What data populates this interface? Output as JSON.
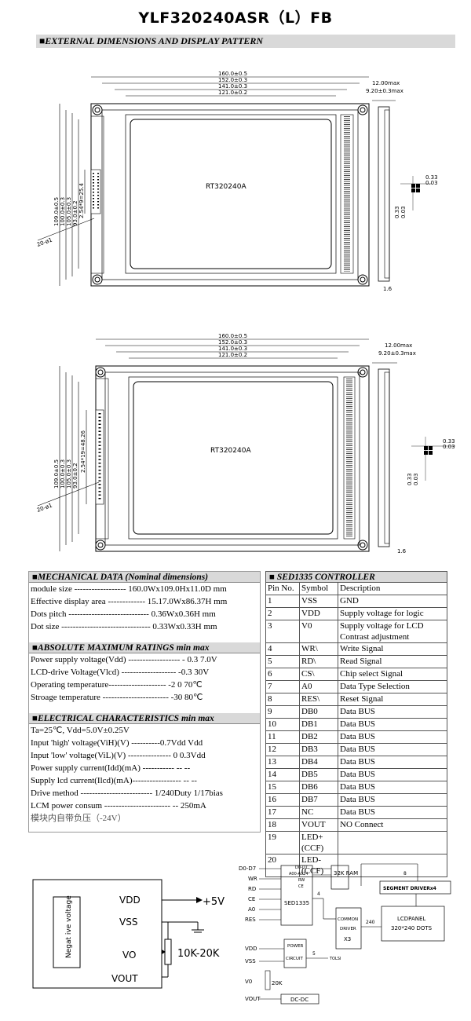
{
  "title": "YLF320240ASR（L）FB",
  "section_title": "■EXTERNAL  DIMENSIONS AND DISPLAY PATTERN",
  "drawing1": {
    "dims_top": [
      "160.0±0.5",
      "152.0±0.3",
      "141.0±0.3",
      "121.0±0.2"
    ],
    "dims_side": [
      "109.0±0.5",
      "100.0±0.3",
      "105.0±0.3",
      "93.0±0.2"
    ],
    "pin_pitch": "2.54*9=25.4",
    "hole": "20-ø1",
    "center_label": "RT320240A",
    "depth_max": "12.00max",
    "depth_panel": "9.20±0.3max",
    "edge": "1.6",
    "dot_w": "0.33",
    "dot_gap": "0.03",
    "dot_h": "0.33",
    "dot_gap2": "0.03"
  },
  "drawing2": {
    "dims_top": [
      "160.0±0.5",
      "152.0±0.3",
      "141.0±0.3",
      "121.0±0.2"
    ],
    "dims_side": [
      "109.0±0.5",
      "100.0±0.3",
      "105.0±0.3",
      "93.0±0.2"
    ],
    "pin_pitch": "2.54*19=48.26",
    "hole": "20-ø1",
    "center_label": "RT320240A",
    "depth_max": "12.00max",
    "depth_panel": "9.20±0.3max",
    "edge": "1.6",
    "dot_w": "0.33",
    "dot_gap": "0.03",
    "dot_h": "0.33",
    "dot_gap2": "0.03"
  },
  "mechanical": {
    "header": "■MECHANICAL DATA (Nominal dimensions)",
    "rows": [
      "module size ------------------ 160.0Wx109.0Hx11.0D  mm",
      "Effective display area ------------- 15.17.0Wx86.37H mm",
      "Dots pitch ---------------------------- 0.36Wx0.36H  mm",
      "Dot size ------------------------------- 0.33Wx0.33H  mm"
    ]
  },
  "absolute": {
    "header": "■ABSOLUTE MAXIMUM RATINGS   min    max",
    "rows": [
      "Power supply voltage(Vdd) ------------------  - 0.3       7.0V",
      "LCD-drive Voltage(Vlcd) -------------------   -0.3        30V",
      "Operating  temperature--------------------   -2 0      70℃",
      "Stroage  temperature -----------------------   -30      80℃"
    ]
  },
  "electrical": {
    "header": "■ELECTRICAL CHARACTERISTICS  min   max",
    "rows": [
      "Ta=25℃, Vdd=5.0V±0.25V",
      "Input  'high'   voltage(ViH)(V) ----------0.7Vdd   Vdd",
      "Input  'low'   voltage(ViL)(V) --------------- 0    0.3Vdd",
      "Power supply current(Idd)(mA) -----------  --      --",
      "Supply lcd current(Ilcd)(mA)-----------------   --      --",
      "Drive method ------------------------- 1/240Duty 1/17bias",
      "LCM power consum  -----------------------  --      250mA"
    ],
    "note_cn": "模块内自带负压（-24V）"
  },
  "controller": {
    "header": "■ SED1335  CONTROLLER",
    "columns": [
      "Pin No.",
      "Symbol",
      "Description"
    ],
    "rows": [
      [
        "1",
        "VSS",
        "GND"
      ],
      [
        "2",
        "VDD",
        "Supply voltage for logic"
      ],
      [
        "3",
        "V0",
        "Supply voltage for LCD Contrast adjustment"
      ],
      [
        "4",
        "WR\\",
        "Write Signal"
      ],
      [
        "5",
        "RD\\",
        "Read Signal"
      ],
      [
        "6",
        "CS\\",
        "Chip select Signal"
      ],
      [
        "7",
        "A0",
        "Data Type Selection"
      ],
      [
        "8",
        "RES\\",
        "Reset Signal"
      ],
      [
        "9",
        "DB0",
        "Data BUS"
      ],
      [
        "10",
        "DB1",
        "Data BUS"
      ],
      [
        "11",
        "DB2",
        "Data BUS"
      ],
      [
        "12",
        "DB3",
        "Data BUS"
      ],
      [
        "13",
        "DB4",
        "Data BUS"
      ],
      [
        "14",
        "DB5",
        "Data BUS"
      ],
      [
        "15",
        "DB6",
        "Data BUS"
      ],
      [
        "16",
        "DB7",
        "Data BUS"
      ],
      [
        "17",
        "NC",
        "Data BUS"
      ],
      [
        "18",
        "VOUT",
        "NO Connect"
      ],
      [
        "19",
        "LED+(CCF)",
        ""
      ],
      [
        "20",
        "LED-(CCF)",
        ""
      ]
    ]
  },
  "power_circuit": {
    "box_label": "Negat ive voltage",
    "vdd": "VDD",
    "vss": "VSS",
    "vo": "VO",
    "vout": "VOUT",
    "plus5v": "+5V",
    "pot": "10K-20K"
  },
  "block_diagram": {
    "inputs": [
      "D0-D7",
      "WR",
      "RD",
      "CE",
      "A0",
      "RES"
    ],
    "bus_labels": [
      "D0-D7",
      "A00-A014",
      "RW",
      "CE"
    ],
    "ram": "32K RAM",
    "controller": "SED1335",
    "segment": "SEGMENT DRIVERx4",
    "common": [
      "COMMON",
      "DRIVER",
      "X3"
    ],
    "lcd": [
      "LCDPANEL",
      "320*240 DOTS"
    ],
    "power": [
      "POWER",
      "CIRCUIT"
    ],
    "bottom_in": [
      "VDD",
      "VSS",
      "V0",
      "VOUT"
    ],
    "pot": "20K",
    "dcdc": "DC-DC",
    "n8": "8",
    "n4": "4",
    "n240": "240",
    "n5": "5",
    "tols": "TOLSI"
  }
}
